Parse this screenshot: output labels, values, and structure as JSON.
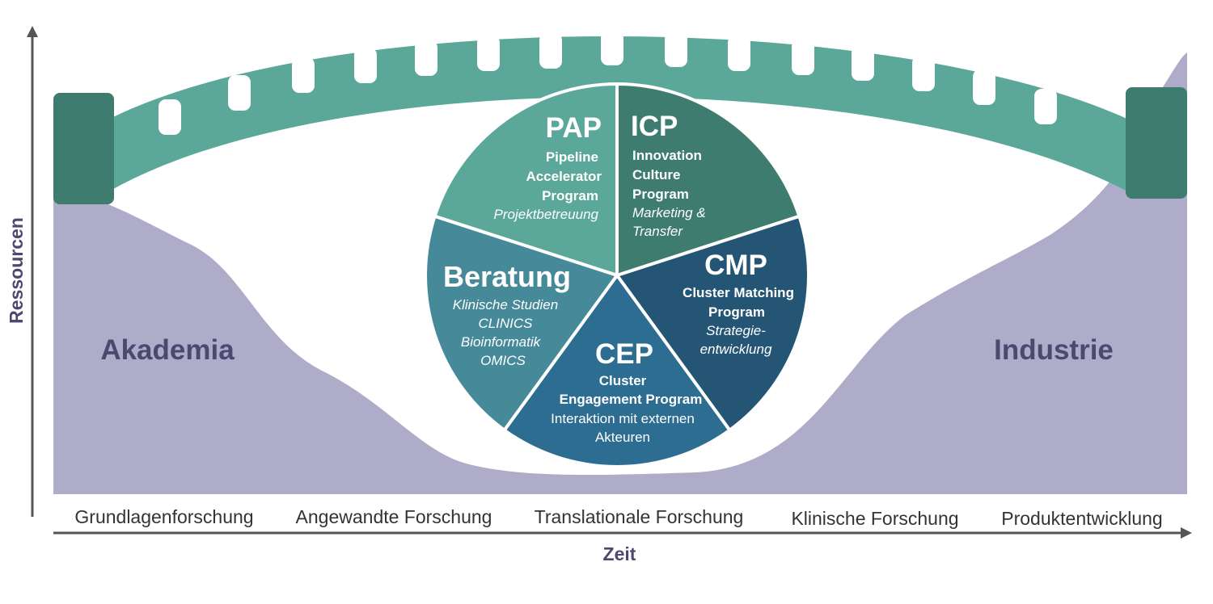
{
  "colors": {
    "terrain": "#aeacc9",
    "bridge": "#5ba89a",
    "pillar": "#3e7c6f",
    "axis": "#555555",
    "pap": "#5ba89a",
    "icp": "#3e7c6f",
    "cmp": "#245574",
    "cep": "#2d6d91",
    "beratung": "#468a9a"
  },
  "regions": {
    "left": "Akademia",
    "right": "Industrie"
  },
  "axes": {
    "y_title": "Ressourcen",
    "x_title": "Zeit"
  },
  "phases": [
    "Grundlagenforschung",
    "Angewandte Forschung",
    "Translationale Forschung",
    "Klinische Forschung",
    "Produktentwicklung"
  ],
  "segments": {
    "pap": {
      "title": "PAP",
      "lines": [
        "Pipeline",
        "Accelerator",
        "Program"
      ],
      "sub": [
        "Projektbetreuung"
      ]
    },
    "icp": {
      "title": "ICP",
      "lines": [
        "Innovation",
        "Culture",
        "Program"
      ],
      "sub": [
        "Marketing &",
        "Transfer"
      ]
    },
    "cmp": {
      "title": "CMP",
      "lines": [
        "Cluster Matching",
        "Program"
      ],
      "sub": [
        "Strategie-",
        "entwicklung"
      ]
    },
    "cep": {
      "title": "CEP",
      "lines": [
        "Cluster",
        "Engagement Program"
      ],
      "sub": [
        "Interaktion mit externen",
        "Akteuren"
      ]
    },
    "beratung": {
      "title": "Beratung",
      "lines": [],
      "sub": [
        "Klinische Studien",
        "CLINICS",
        "Bioinformatik",
        "OMICS"
      ]
    }
  }
}
